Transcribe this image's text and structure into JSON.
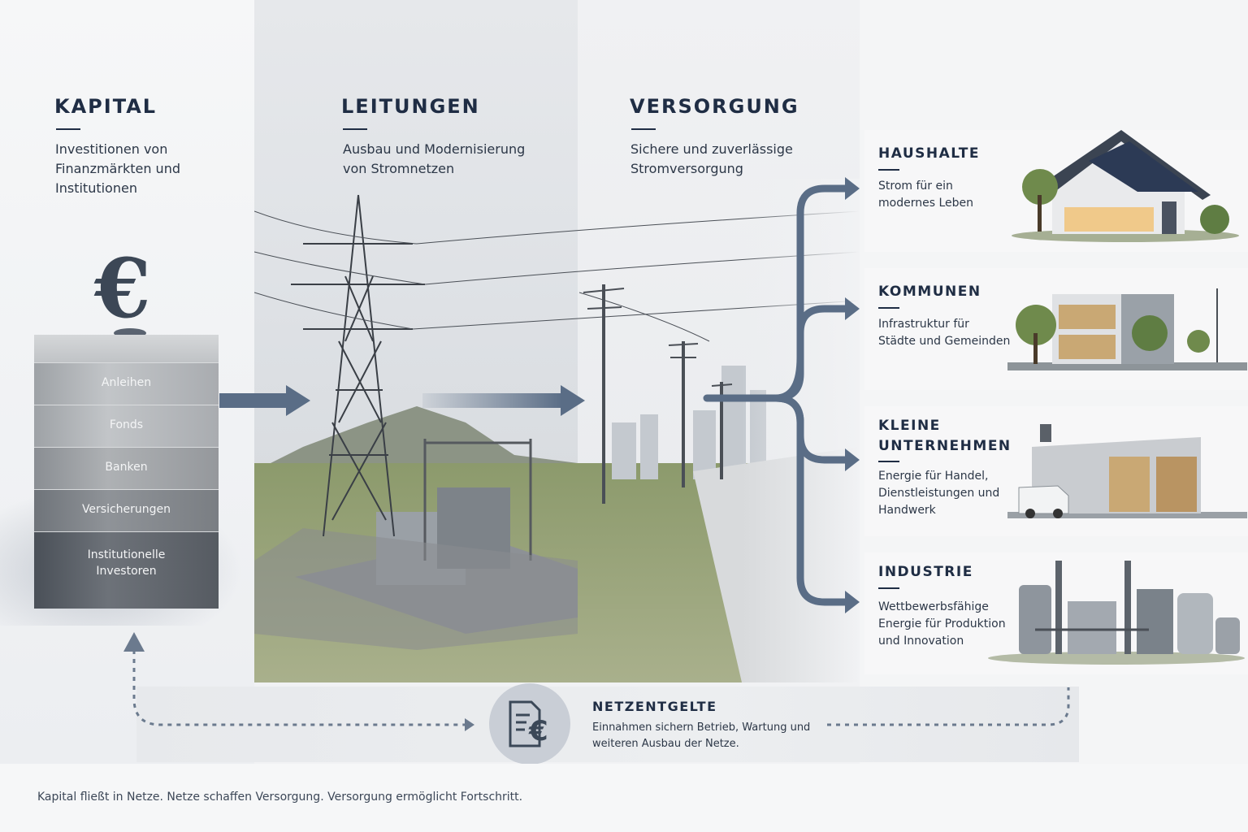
{
  "columns": {
    "kapital": {
      "title": "KAPITAL",
      "text": [
        "Investitionen von",
        "Finanzmärkten und",
        "Institutionen"
      ]
    },
    "leitungen": {
      "title": "LEITUNGEN",
      "text": [
        "Ausbau und Modernisierung",
        "von Stromnetzen"
      ]
    },
    "versorgung": {
      "title": "VERSORGUNG",
      "text": [
        "Sichere und zuverlässige",
        "Stromversorgung"
      ]
    }
  },
  "capital_symbol": "€",
  "capital_blocks": [
    "Anleihen",
    "Fonds",
    "Banken",
    "Versicherungen",
    "Institutionelle",
    "Investoren"
  ],
  "sectors": [
    {
      "title": [
        "HAUSHALTE"
      ],
      "text": [
        "Strom für ein",
        "modernes Leben"
      ],
      "icon": "house-icon"
    },
    {
      "title": [
        "KOMMUNEN"
      ],
      "text": [
        "Infrastruktur für",
        "Städte und Gemeinden"
      ],
      "icon": "municipal-building-icon"
    },
    {
      "title": [
        "KLEINE",
        "UNTERNEHMEN"
      ],
      "text": [
        "Energie für Handel,",
        "Dienstleistungen und",
        "Handwerk"
      ],
      "icon": "workshop-icon"
    },
    {
      "title": [
        "INDUSTRIE"
      ],
      "text": [
        "Wettbewerbsfähige",
        "Energie für Produktion",
        "und Innovation"
      ],
      "icon": "factory-icon"
    }
  ],
  "netzentgelte": {
    "title": "NETZENTGELTE",
    "text": [
      "Einnahmen sichern Betrieb, Wartung und",
      "weiteren Ausbau der Netze."
    ],
    "icon": "invoice-euro-icon",
    "icon_symbol": "€"
  },
  "footer": "Kapital fließt in Netze. Netze schaffen Versorgung. Versorgung ermöglicht Fortschritt.",
  "colors": {
    "heading": "#1f2d44",
    "arrow": "#5a6d86",
    "dotted": "#6b7a8e"
  }
}
